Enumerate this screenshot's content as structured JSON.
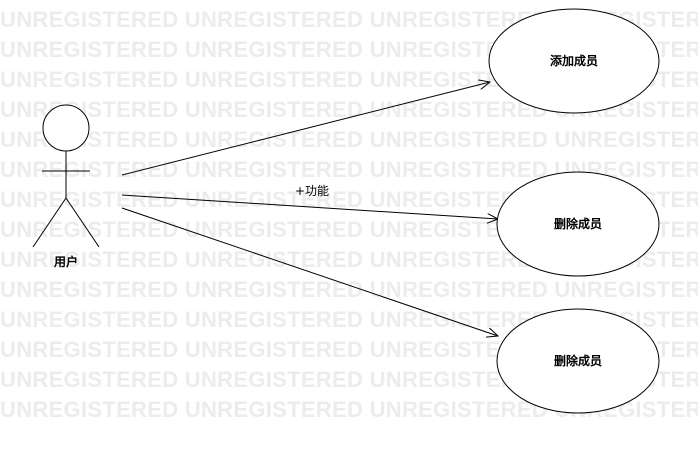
{
  "watermark": {
    "text": "UNREGISTERED"
  },
  "actor": {
    "label": "用户"
  },
  "use_cases": [
    {
      "id": "uc-add",
      "label": "添加成员"
    },
    {
      "id": "uc-delete-1",
      "label": "删除成员"
    },
    {
      "id": "uc-delete-2",
      "label": "删除成员"
    }
  ],
  "relations": [
    {
      "from": "actor",
      "to": "uc-add",
      "label": ""
    },
    {
      "from": "actor",
      "to": "uc-delete-1",
      "label": "+功能"
    },
    {
      "from": "actor",
      "to": "uc-delete-2",
      "label": ""
    }
  ],
  "colors": {
    "stroke": "#000000",
    "watermark": "#ececec",
    "background": "#ffffff"
  }
}
